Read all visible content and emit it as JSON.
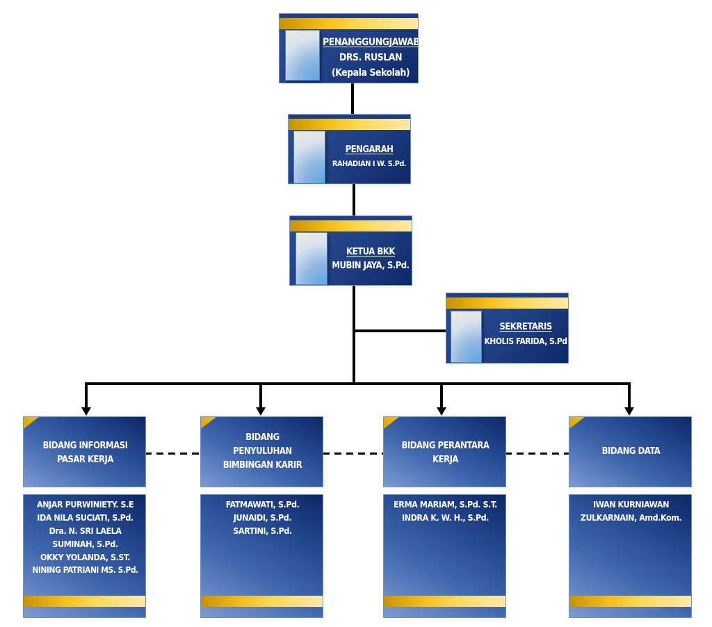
{
  "chart": {
    "head": {
      "role": "PENANGGUNGJAWAB",
      "name": "DRS. RUSLAN",
      "note": "(Kepala Sekolah)",
      "icon": "star-icon"
    },
    "advisor": {
      "role": "PENGARAH",
      "name": "RAHADIAN I W. S.Pd."
    },
    "chair": {
      "role": "KETUA BKK",
      "name": "MUBIN JAYA, S.Pd."
    },
    "secretary": {
      "role": "SEKRETARIS",
      "name": "KHOLIS FARIDA, S.Pd"
    },
    "departments": [
      {
        "title_lines": [
          "BIDANG INFORMASI",
          "PASAR KERJA"
        ],
        "members": [
          "ANJAR PURWINIETY. S.E",
          "IDA NILA SUCIATI, S.Pd.",
          "Dra. N. SRI LAELA",
          "SUMINAH, S.Pd.",
          "OKKY YOLANDA, S.ST.",
          "NINING PATRIANI MS. S.Pd."
        ]
      },
      {
        "title_lines": [
          "BIDANG",
          "PENYULUHAN",
          "BIMBINGAN KARIR"
        ],
        "members": [
          "FATMAWATI, S.Pd.",
          "JUNAIDI, S.Pd.",
          "SARTINI, S.Pd."
        ]
      },
      {
        "title_lines": [
          "BIDANG PERANTARA",
          "KERJA"
        ],
        "members": [
          "ERMA MARIAM, S.Pd. S.T.",
          "INDRA K. W. H., S.Pd."
        ]
      },
      {
        "title_lines": [
          "BIDANG DATA"
        ],
        "members": [
          "IWAN KURNIAWAN",
          "ZULKARNAIN, Amd.Kom."
        ]
      }
    ]
  },
  "colors": {
    "box_blue": "#1f3f84",
    "box_dark": "#0d2766",
    "gold": "#f6c21a",
    "line": "#000000",
    "text": "#ffffff"
  }
}
